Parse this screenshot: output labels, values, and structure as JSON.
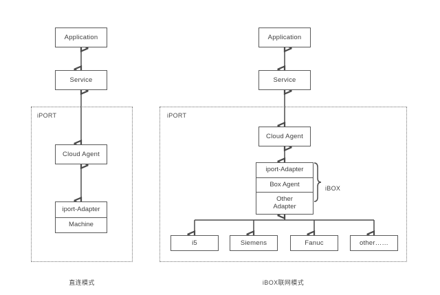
{
  "figure": {
    "background": "#ffffff",
    "line_color": "#4a4a4a",
    "box_border_color": "#595959",
    "zone_border_style": "dotted"
  },
  "panels": [
    {
      "id": "direct-mode",
      "caption": "直连模式",
      "zone_label": "iPORT",
      "nodes": [
        {
          "id": "application",
          "label": "Application"
        },
        {
          "id": "service",
          "label": "Service"
        },
        {
          "id": "cloud-agent",
          "label": "Cloud Agent"
        }
      ],
      "stack": {
        "id": "adapter-machine-stack",
        "cells": [
          {
            "id": "iport-adapter",
            "label": "iport-Adapter"
          },
          {
            "id": "machine",
            "label": "Machine"
          }
        ]
      }
    },
    {
      "id": "ibox-network-mode",
      "caption": "iBOX联网模式",
      "zone_label": "iPORT",
      "nodes": [
        {
          "id": "application",
          "label": "Application"
        },
        {
          "id": "service",
          "label": "Service"
        },
        {
          "id": "cloud-agent",
          "label": "Cloud Agent"
        }
      ],
      "stack": {
        "id": "ibox-stack",
        "brace_label": "iBOX",
        "cells": [
          {
            "id": "iport-adapter",
            "label": "iport-Adapter"
          },
          {
            "id": "box-agent",
            "label": "Box Agent"
          },
          {
            "id": "other-adapter",
            "label": "Other\nAdapter"
          }
        ]
      },
      "devices": [
        {
          "id": "device-i5",
          "label": "i5"
        },
        {
          "id": "device-siemens",
          "label": "Siemens"
        },
        {
          "id": "device-fanuc",
          "label": "Fanuc"
        },
        {
          "id": "device-other",
          "label": "other……"
        }
      ]
    }
  ]
}
